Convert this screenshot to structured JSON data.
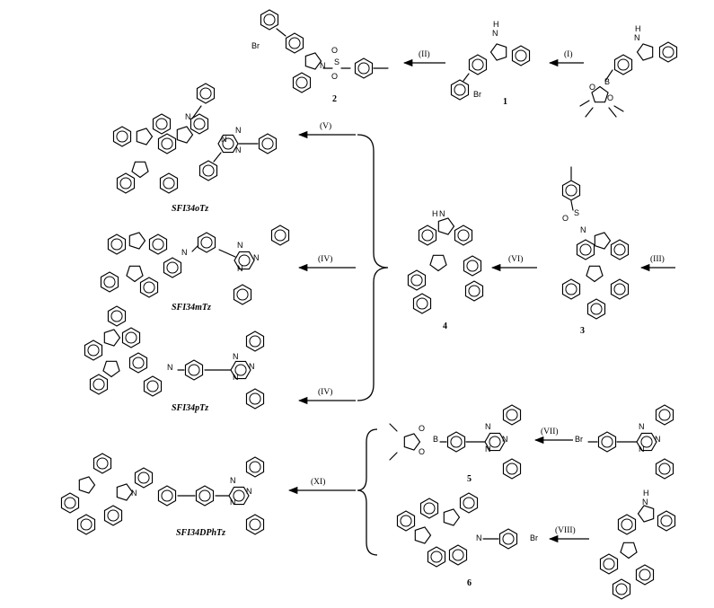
{
  "scheme": {
    "compounds": {
      "c1": "1",
      "c2": "2",
      "c3": "3",
      "c4": "4",
      "c5": "5",
      "c6": "6",
      "sfoTz": "SFI34oTz",
      "sfmTz": "SFI34mTz",
      "sfpTz": "SFI34pTz",
      "sfDPhTz": "SFI34DPhTz"
    },
    "steps": {
      "s1": "(I)",
      "s2": "(II)",
      "s3": "(III)",
      "s4": "(IV)",
      "s5": "(V)",
      "s6": "(VI)",
      "s7": "(VII)",
      "s8": "(VIII)",
      "s9": "(IV)",
      "s10": "(XI)"
    },
    "atoms": {
      "N": "N",
      "H": "H",
      "B": "B",
      "O": "O",
      "S": "S",
      "Br": "Br"
    }
  }
}
